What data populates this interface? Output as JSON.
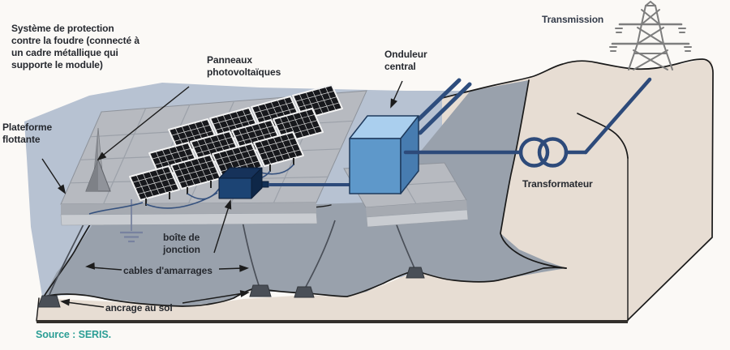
{
  "labels": {
    "lightning_protection": "Système de protection\ncontre la foudre (connecté à\nun cadre métallique qui\nsupporte le module)",
    "floating_platform": "Plateforme\nflottante",
    "pv_panels": "Panneaux\nphotovoltaïques",
    "central_inverter": "Onduleur\ncentral",
    "transmission": "Transmission",
    "transformer": "Transformateur",
    "junction_box": "boîte de\njonction",
    "mooring_cables": "cables d'amarrages",
    "ground_anchor": "ancrage au sol",
    "source": "Source : SERIS."
  },
  "icons": {
    "transmission-tower-icon": "lattice pylon drawn with gray strokes",
    "transformer-symbol": "two overlapping navy circles",
    "grounding-symbol": "three stacked horizontal bars",
    "lightning-rod": "gray spike cone on platform",
    "solar-panel": "dark tilted module with white grid",
    "anchor-block": "dark trapezoid on seabed"
  },
  "colors": {
    "water_surface": "#b7c2d2",
    "underwater": "#99a1ac",
    "terrain": "#e7ddd3",
    "platform": "#b7bac0",
    "navy_line": "#2d4a7a",
    "panel_dark": "#17181c",
    "inverter_blue": "#5e98ca",
    "source_teal": "#2b9e95",
    "outline_black": "#1a1a1a"
  }
}
